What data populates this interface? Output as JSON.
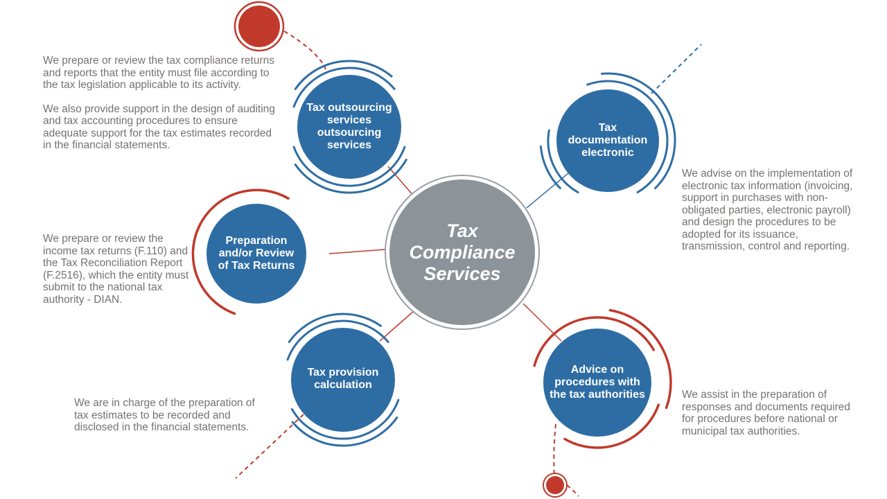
{
  "center": {
    "title": "Tax Compliance Services"
  },
  "nodes": [
    {
      "id": "tax-outsourcing",
      "label": "Tax outsourcing services outsourcing services",
      "color": "#2e6da4",
      "ring": "#2e6da4"
    },
    {
      "id": "tax-documentation-electronic",
      "label": "Tax documentation electronic",
      "color": "#2e6da4",
      "ring": "#2e6da4"
    },
    {
      "id": "tax-returns",
      "label": "Preparation and/or Review of Tax Returns",
      "color": "#2e6da4",
      "ring": "#c0392b"
    },
    {
      "id": "tax-provision",
      "label": "Tax provision calculation",
      "color": "#2e6da4",
      "ring": "#2e6da4"
    },
    {
      "id": "tax-authorities-advice",
      "label": "Advice on procedures with the tax authorities",
      "color": "#2e6da4",
      "ring": "#c0392b"
    }
  ],
  "descriptions": {
    "outsourcing": [
      "We prepare or review the tax compliance returns and reports that the entity must file according to the tax legislation applicable to its activity.",
      "We also provide support in the design of auditing and tax accounting procedures to ensure adequate support for the tax estimates recorded in the financial statements."
    ],
    "tax_returns": "We prepare or review the income tax returns (F.110) and the Tax Reconciliation Report (F.2516), which the entity must submit to the national tax authority - DIAN.",
    "provision": "We are in charge of the preparation of tax estimates to be recorded and disclosed in the financial statements.",
    "electronic": "We advise on the implementation of electronic tax information (invoicing, support in purchases with non-obligated parties, electronic payroll) and design the procedures to be adopted for its issuance, transmission, control and reporting.",
    "authorities": "We assist in the preparation of responses and documents required for procedures before national or municipal tax authorities."
  },
  "colors": {
    "blue": "#2e6da4",
    "red": "#c0392b",
    "gray_center": "#8c9399",
    "text": "#767171"
  }
}
